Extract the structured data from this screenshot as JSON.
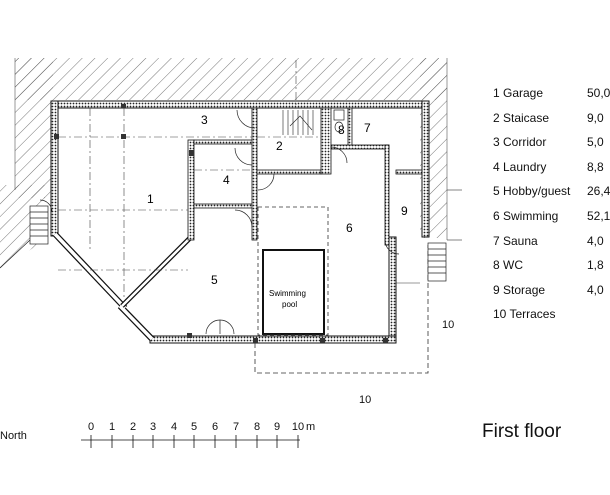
{
  "rooms": [
    {
      "no": "1",
      "name": "Garage",
      "area": "50,0"
    },
    {
      "no": "2",
      "name": "Staicase",
      "area": "9,0"
    },
    {
      "no": "3",
      "name": "Corridor",
      "area": "5,0"
    },
    {
      "no": "4",
      "name": "Laundry",
      "area": "8,8"
    },
    {
      "no": "5",
      "name": "Hobby/guest",
      "area": "26,4"
    },
    {
      "no": "6",
      "name": "Swimming",
      "area": "52,1"
    },
    {
      "no": "7",
      "name": "Sauna",
      "area": "4,0"
    },
    {
      "no": "8",
      "name": "WC",
      "area": "1,8"
    },
    {
      "no": "9",
      "name": "Storage",
      "area": "4,0"
    },
    {
      "no": "10",
      "name": "Terraces",
      "area": ""
    }
  ],
  "plan_labels": {
    "r1": "1",
    "r2": "2",
    "r3": "3",
    "r4": "4",
    "r5": "5",
    "r6": "6",
    "r7": "7",
    "r8": "8",
    "r9": "9",
    "terrace_right": "10",
    "terrace_bottom": "10",
    "pool_line1": "Swimming",
    "pool_line2": "pool"
  },
  "scale": {
    "ticks": [
      "0",
      "1",
      "2",
      "3",
      "4",
      "5",
      "6",
      "7",
      "8",
      "9",
      "10"
    ],
    "unit": "m"
  },
  "north_label": "North",
  "title": "First floor"
}
